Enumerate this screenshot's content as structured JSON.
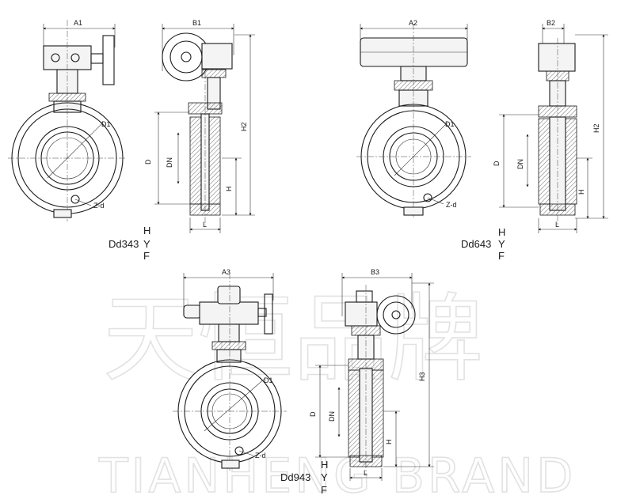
{
  "watermark": {
    "cn": "天恒品牌",
    "en": "TIANHENG BRAND"
  },
  "labels": {
    "A1": "A1",
    "B1": "B1",
    "A2": "A2",
    "B2": "B2",
    "A3": "A3",
    "B3": "B3",
    "H2": "H2",
    "H3": "H3",
    "D": "D",
    "DN": "DN",
    "D1": "D1",
    "H": "H",
    "L": "L",
    "Zd": "Z-d"
  },
  "models": [
    {
      "name": "Dd343",
      "suffix": [
        "H",
        "Y",
        "F"
      ]
    },
    {
      "name": "Dd643",
      "suffix": [
        "H",
        "Y",
        "F"
      ]
    },
    {
      "name": "Dd943",
      "suffix": [
        "H",
        "Y",
        "F"
      ]
    }
  ]
}
